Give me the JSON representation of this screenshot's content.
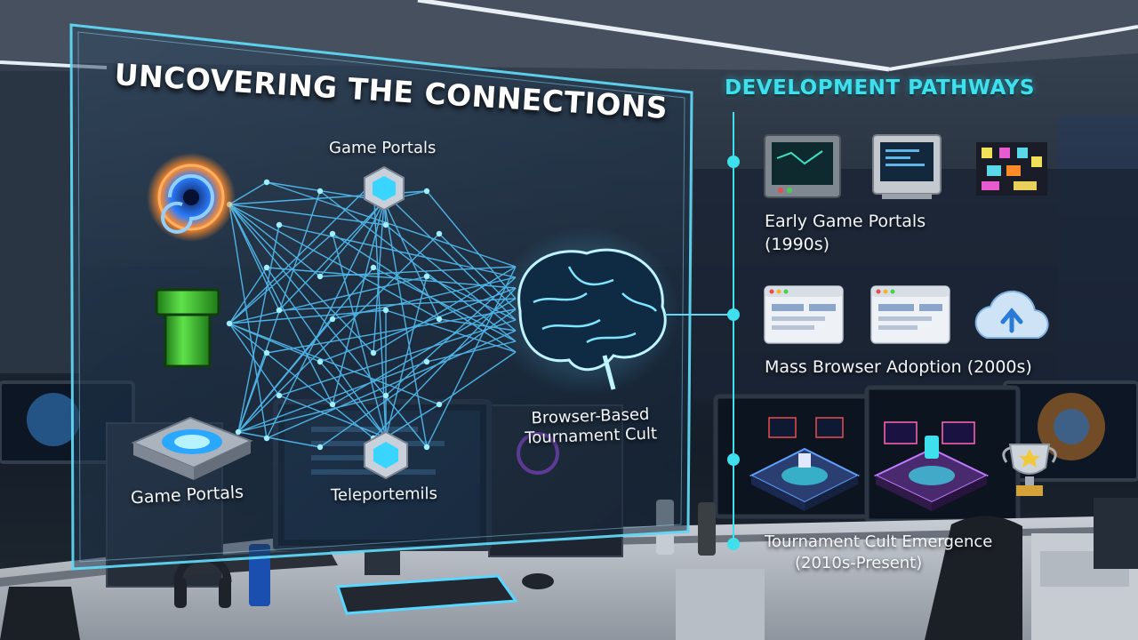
{
  "title": "UNCOVERING THE CONNECTIONS",
  "network": {
    "node_top_label": "Game Portals",
    "node_bottom_left_label": "Game Portals",
    "node_bottom_center_label": "Teleportemils",
    "hub_label_line1": "Browser-Based",
    "hub_label_line2": "Tournament Cult"
  },
  "pathways": {
    "title": "DEVELOPMENT PATHWAYS",
    "steps": [
      {
        "line1": "Early Game Portals",
        "line2": "(1990s)"
      },
      {
        "line1": "Mass Browser Adoption (2000s)"
      },
      {
        "line1": "Tournament Cult Emergence",
        "line2": "(2010s-Present)"
      }
    ]
  },
  "colors": {
    "accent_cyan": "#3fe0ee",
    "glow_blue": "#56c8ff",
    "portal_orange": "#ff8a2a",
    "pipe_green": "#3cbf2e",
    "panel_border": "#5fd6f2"
  }
}
